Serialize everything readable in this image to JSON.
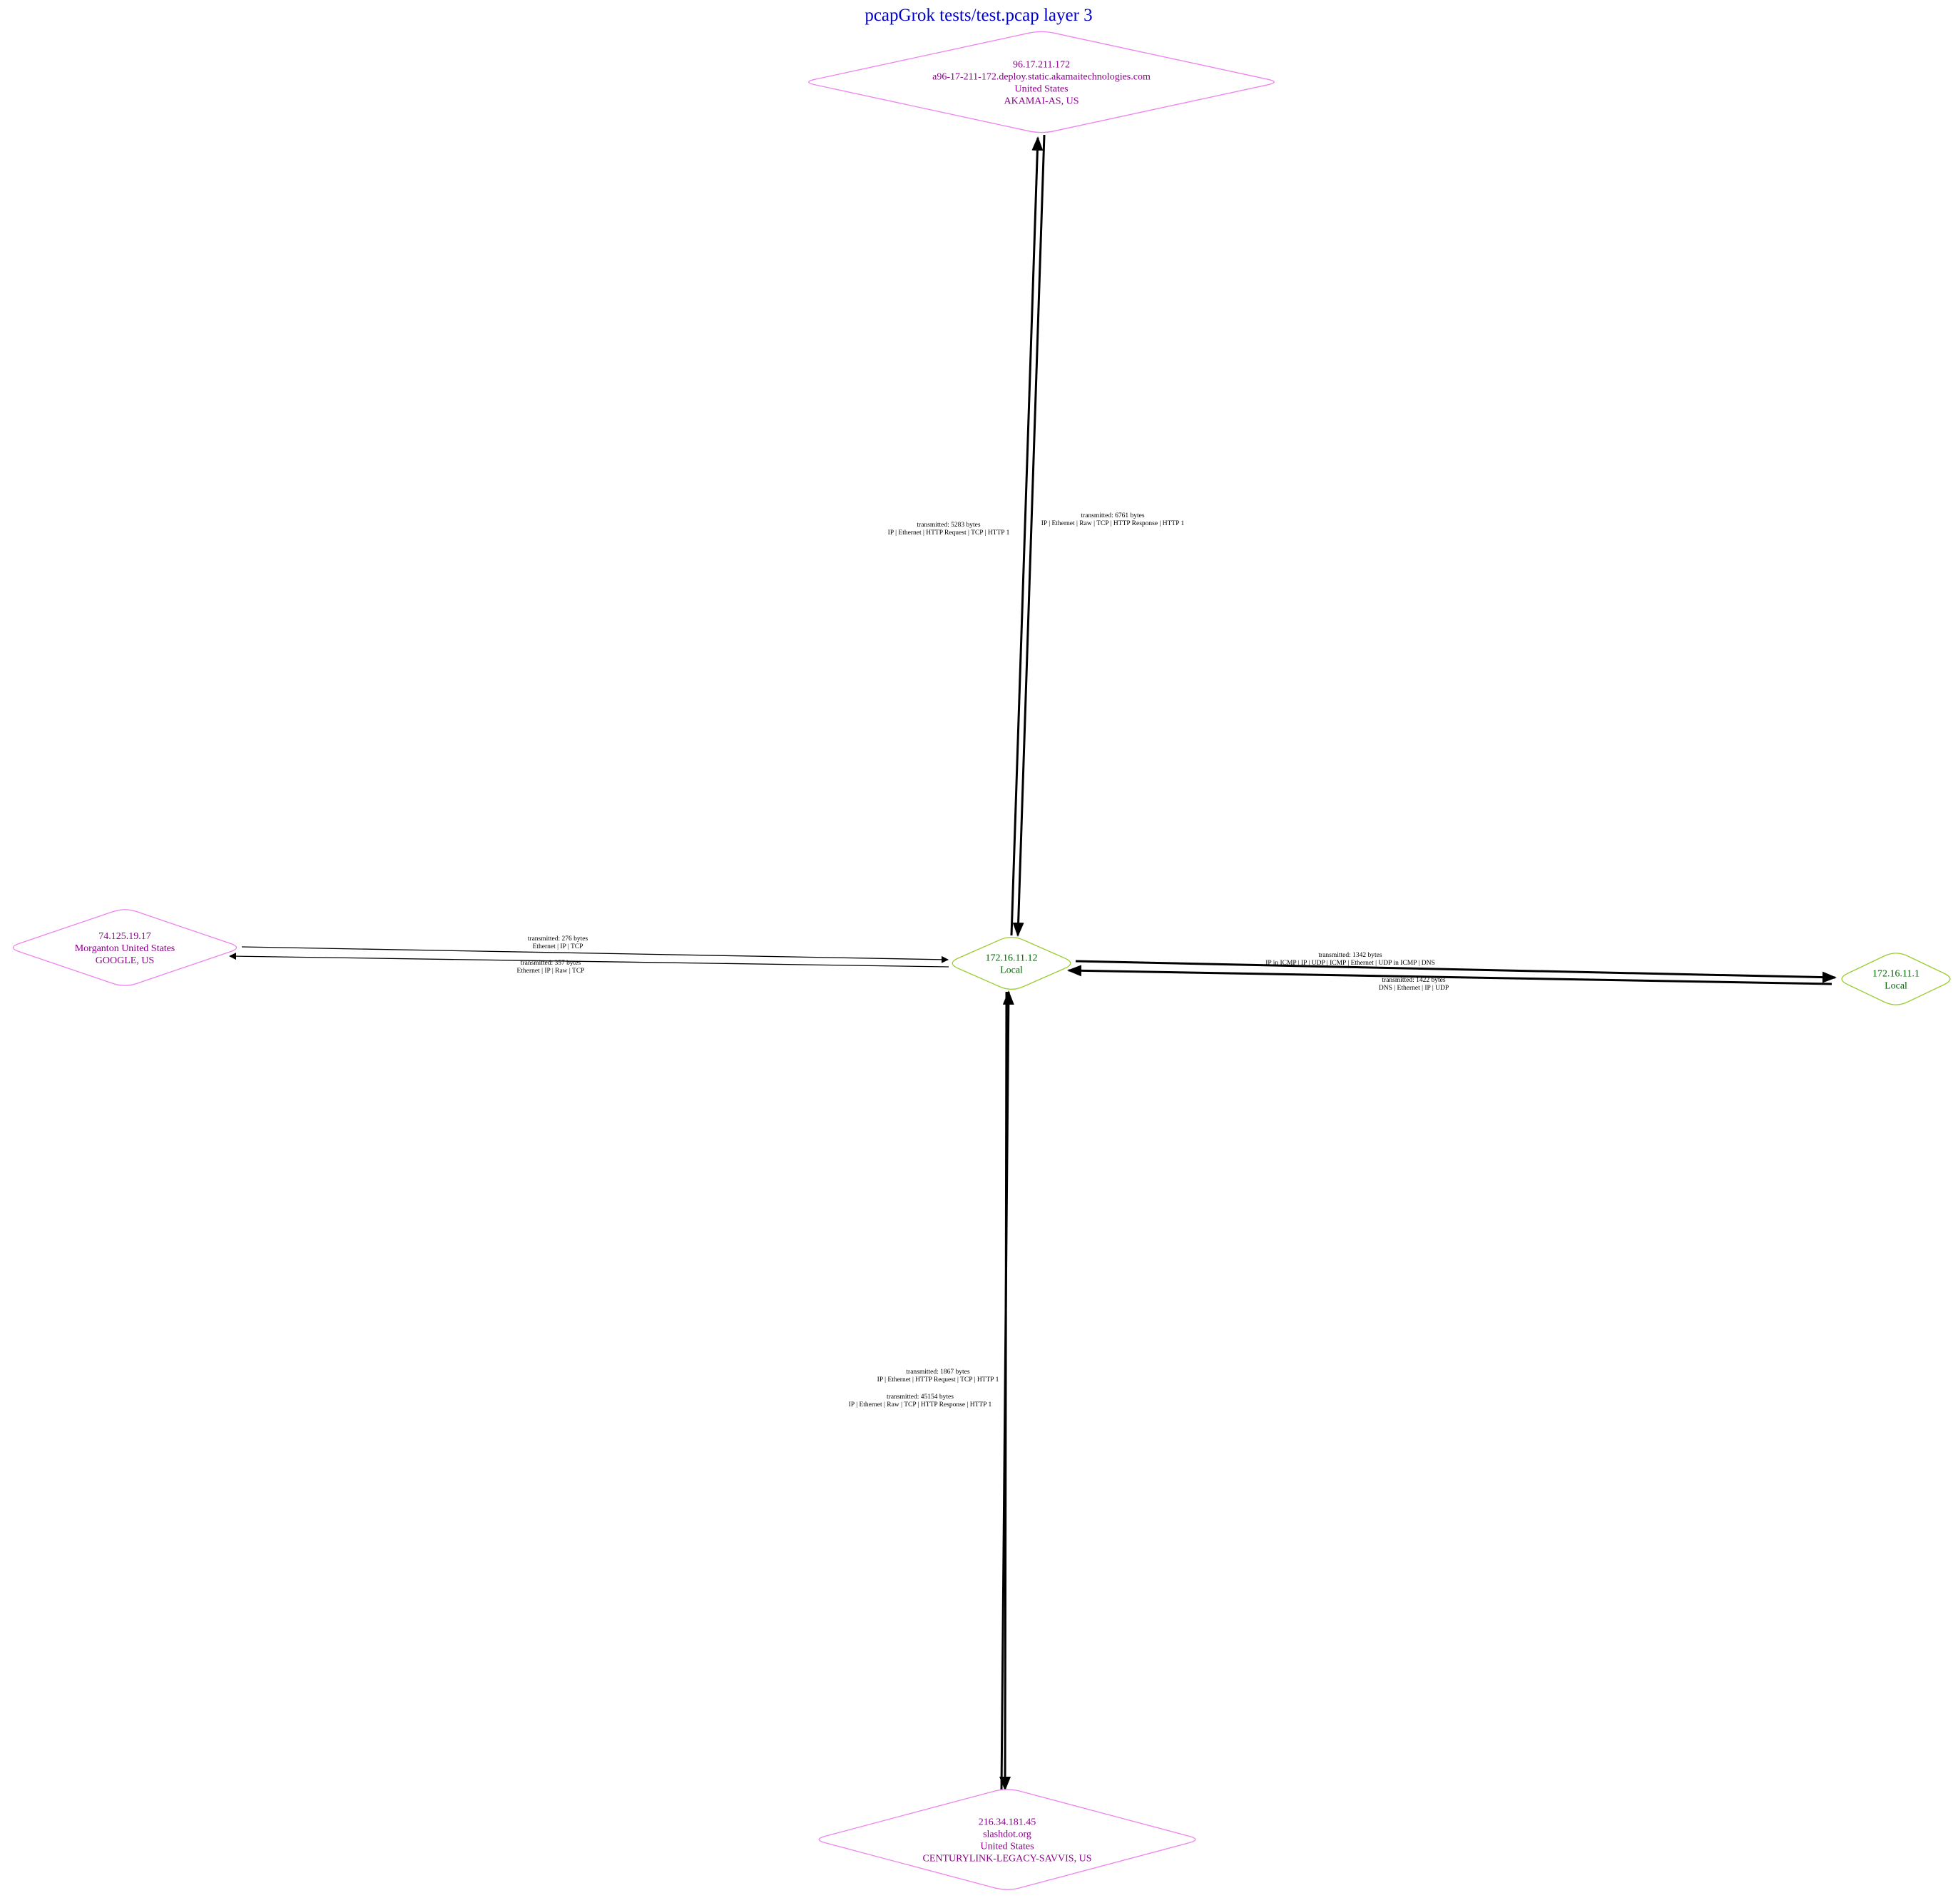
{
  "title": "pcapGrok tests/test.pcap layer 3",
  "colors": {
    "title": "#0000cc",
    "remote_node_stroke": "#ee82ee",
    "remote_node_text": "#8b008b",
    "local_node_stroke": "#9acd32",
    "local_node_text": "#006400",
    "edge": "#000000"
  },
  "nodes": [
    {
      "id": "n_akamai",
      "kind": "remote",
      "lines": [
        "96.17.211.172",
        "a96-17-211-172.deploy.static.akamaitechnologies.com",
        "United States",
        "AKAMAI-AS, US"
      ]
    },
    {
      "id": "n_google",
      "kind": "remote",
      "lines": [
        "74.125.19.17",
        "Morganton United States",
        "GOOGLE, US"
      ]
    },
    {
      "id": "n_center",
      "kind": "local",
      "lines": [
        "172.16.11.12",
        "Local"
      ]
    },
    {
      "id": "n_gateway",
      "kind": "local",
      "lines": [
        "172.16.11.1",
        "Local"
      ]
    },
    {
      "id": "n_slashdot",
      "kind": "remote",
      "lines": [
        "216.34.181.45",
        "slashdot.org",
        "United States",
        "CENTURYLINK-LEGACY-SAVVIS, US"
      ]
    }
  ],
  "edges": [
    {
      "id": "e1",
      "from": "n_center",
      "to": "n_akamai",
      "lines": [
        "transmitted: 5283 bytes",
        "IP | Ethernet | HTTP Request | TCP | HTTP 1"
      ]
    },
    {
      "id": "e2",
      "from": "n_akamai",
      "to": "n_center",
      "lines": [
        "transmitted: 6761 bytes",
        "IP | Ethernet | Raw | TCP | HTTP Response | HTTP 1"
      ]
    },
    {
      "id": "e3",
      "from": "n_google",
      "to": "n_center",
      "lines": [
        "transmitted: 276 bytes",
        "Ethernet | IP | TCP"
      ]
    },
    {
      "id": "e4",
      "from": "n_center",
      "to": "n_google",
      "lines": [
        "transmitted: 357 bytes",
        "Ethernet | IP | Raw | TCP"
      ]
    },
    {
      "id": "e5",
      "from": "n_center",
      "to": "n_gateway",
      "lines": [
        "transmitted: 1342 bytes",
        "IP in ICMP | IP | UDP | ICMP | Ethernet | UDP in ICMP | DNS"
      ]
    },
    {
      "id": "e6",
      "from": "n_gateway",
      "to": "n_center",
      "lines": [
        "transmitted: 1422 bytes",
        "DNS | Ethernet | IP | UDP"
      ]
    },
    {
      "id": "e7",
      "from": "n_center",
      "to": "n_slashdot",
      "lines": [
        "transmitted: 1867 bytes",
        "IP | Ethernet | HTTP Request | TCP | HTTP 1"
      ]
    },
    {
      "id": "e8",
      "from": "n_slashdot",
      "to": "n_center",
      "lines": [
        "transmitted: 45154 bytes",
        "IP | Ethernet | Raw | TCP | HTTP Response | HTTP 1"
      ]
    }
  ]
}
